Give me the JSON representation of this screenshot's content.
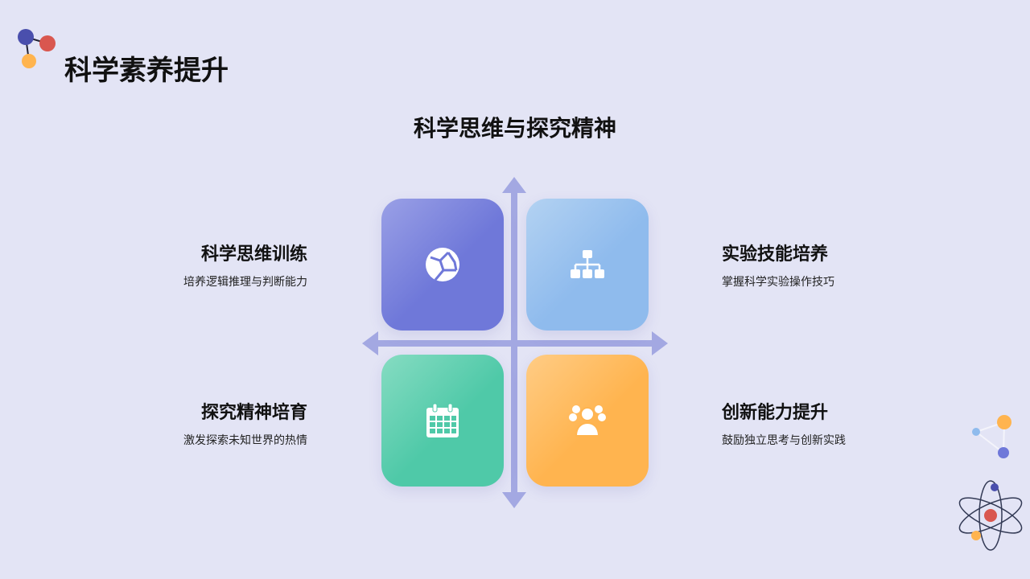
{
  "header": {
    "title": "科学素养提升"
  },
  "main": {
    "subtitle": "科学思维与探究精神",
    "items": [
      {
        "title": "科学思维训练",
        "desc": "培养逻辑推理与判断能力",
        "icon": "globe-network-icon",
        "color": "#6f78d9"
      },
      {
        "title": "实验技能培养",
        "desc": "掌握科学实验操作技巧",
        "icon": "sitemap-icon",
        "color": "#8fbbed"
      },
      {
        "title": "探究精神培育",
        "desc": "激发探索未知世界的热情",
        "icon": "calendar-icon",
        "color": "#4fc9a8"
      },
      {
        "title": "创新能力提升",
        "desc": "鼓励独立思考与创新实践",
        "icon": "users-icon",
        "color": "#ffb44f"
      }
    ]
  }
}
